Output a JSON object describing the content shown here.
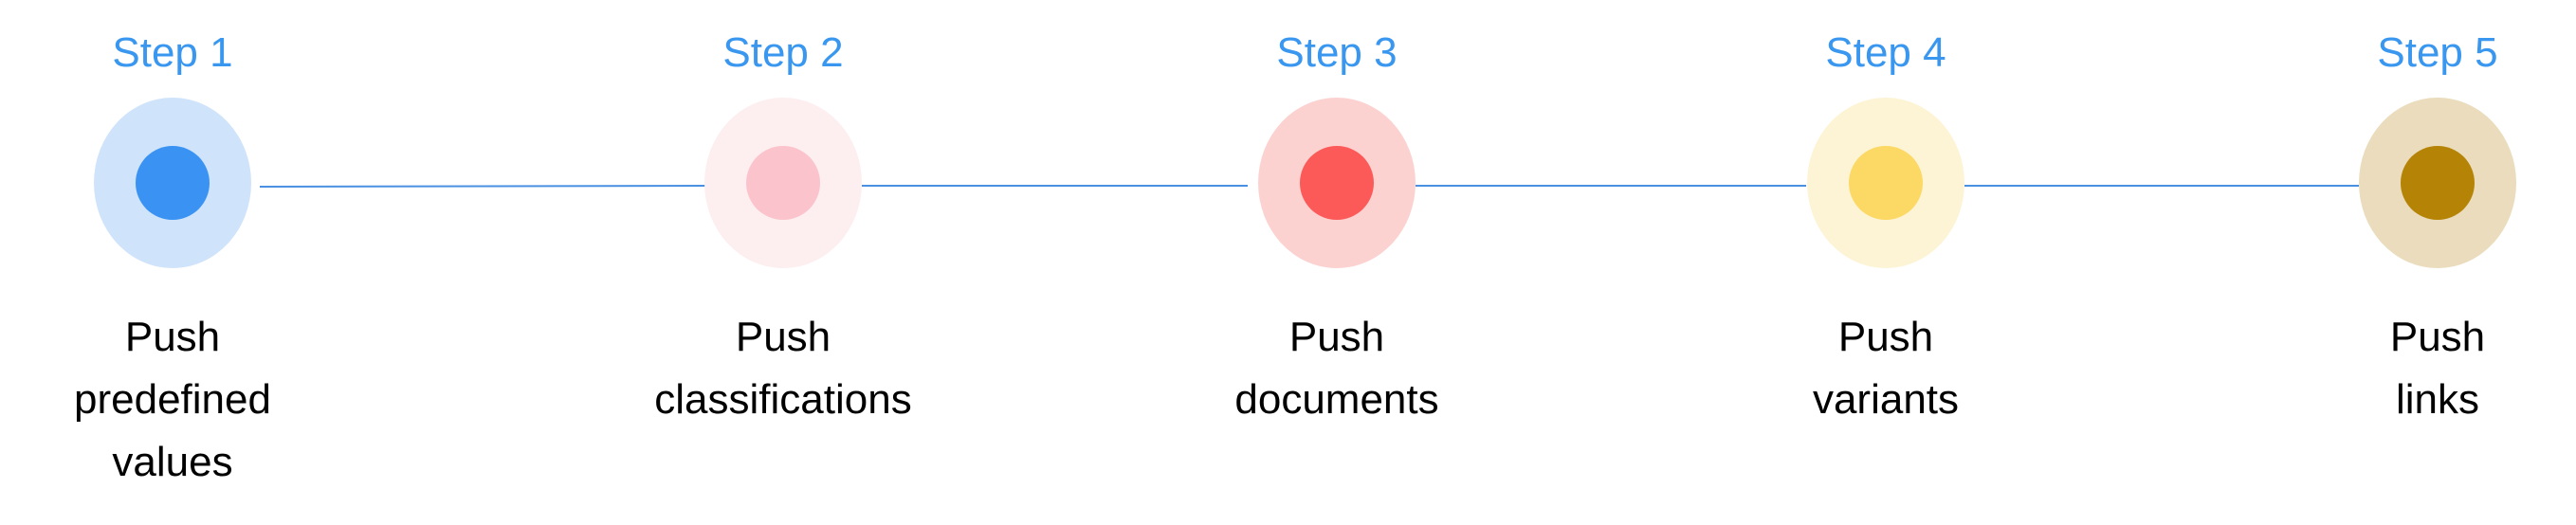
{
  "steps": [
    {
      "title": "Step 1",
      "label_lines": [
        "Push",
        "predefined",
        "values"
      ],
      "outer_color": "#cfe3fb",
      "inner_color": "#3a93f3"
    },
    {
      "title": "Step 2",
      "label_lines": [
        "Push",
        "classifications"
      ],
      "outer_color": "#fdeef0",
      "inner_color": "#fbc4cc"
    },
    {
      "title": "Step 3",
      "label_lines": [
        "Push",
        "documents"
      ],
      "outer_color": "#fcd2d1",
      "inner_color": "#fb5a59"
    },
    {
      "title": "Step 4",
      "label_lines": [
        "Push",
        "variants"
      ],
      "outer_color": "#fdf4d6",
      "inner_color": "#fcd964"
    },
    {
      "title": "Step 5",
      "label_lines": [
        "Push",
        "links"
      ],
      "outer_color": "#eadcbc",
      "inner_color": "#b58407"
    }
  ],
  "colors": {
    "title_text": "#3a97ef",
    "label_text": "#000000",
    "connector": "#4a90e2"
  }
}
